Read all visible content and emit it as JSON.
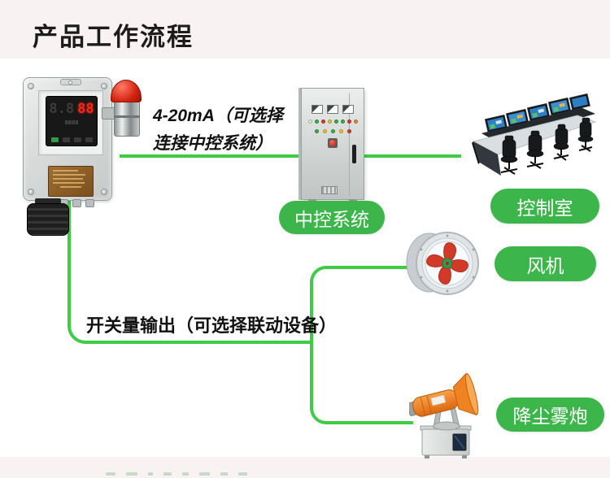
{
  "title": "产品工作流程",
  "colors": {
    "accent_green": "#3cb54a",
    "line_green": "#3ecb46",
    "band_bg": "#f8f3f2",
    "alarm_red": "#d42513",
    "digit_red": "#ff2516"
  },
  "annotations": {
    "analog_line1": "4-20mA（可选择",
    "analog_line2": "连接中控系统）",
    "switch_output": "开关量输出（可选择联动设备）"
  },
  "detector": {
    "display_dim": "8.8",
    "display_lit": "88",
    "display_sub": "8888"
  },
  "nodes": {
    "central_control": "中控系统",
    "control_room": "控制室",
    "fan": "风机",
    "fog_cannon": "降尘雾炮"
  }
}
